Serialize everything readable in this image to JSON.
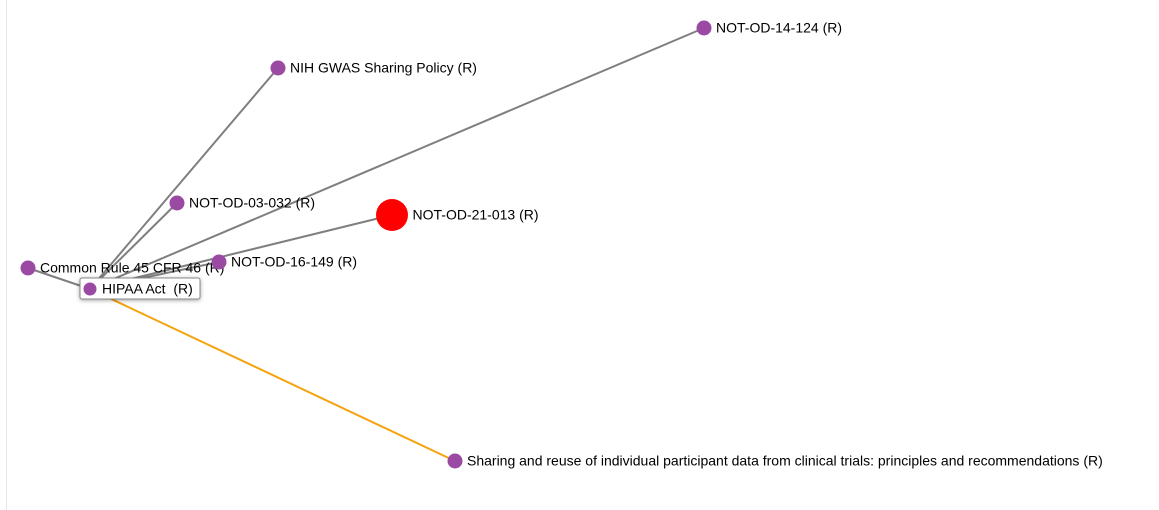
{
  "colors": {
    "node": "#9b4aa3",
    "focus_node": "#ff0000",
    "edge": "#7f7f7f",
    "highlight_edge": "#f5a30f"
  },
  "nodes": {
    "not_od_14_124": {
      "label": "NOT-OD-14-124 (R)"
    },
    "nih_gwas": {
      "label": "NIH GWAS Sharing Policy (R)"
    },
    "not_od_03_032": {
      "label": "NOT-OD-03-032 (R)"
    },
    "not_od_21_013": {
      "label": "NOT-OD-21-013 (R)"
    },
    "common_rule": {
      "label": "Common Rule 45 CFR 46 (R)"
    },
    "not_od_16_149": {
      "label": "NOT-OD-16-149 (R)"
    },
    "hipaa": {
      "label": "HIPAA Act  (R)"
    },
    "sharing_reuse": {
      "label": "Sharing and reuse of individual participant data from clinical trials: principles and recommendations (R)"
    }
  },
  "edges": [
    {
      "from": "hipaa",
      "to": "not_od_14_124",
      "kind": "normal"
    },
    {
      "from": "hipaa",
      "to": "nih_gwas",
      "kind": "normal"
    },
    {
      "from": "hipaa",
      "to": "not_od_03_032",
      "kind": "normal"
    },
    {
      "from": "hipaa",
      "to": "not_od_21_013",
      "kind": "normal"
    },
    {
      "from": "hipaa",
      "to": "common_rule",
      "kind": "normal"
    },
    {
      "from": "hipaa",
      "to": "not_od_16_149",
      "kind": "normal"
    },
    {
      "from": "hipaa",
      "to": "sharing_reuse",
      "kind": "highlight"
    }
  ]
}
